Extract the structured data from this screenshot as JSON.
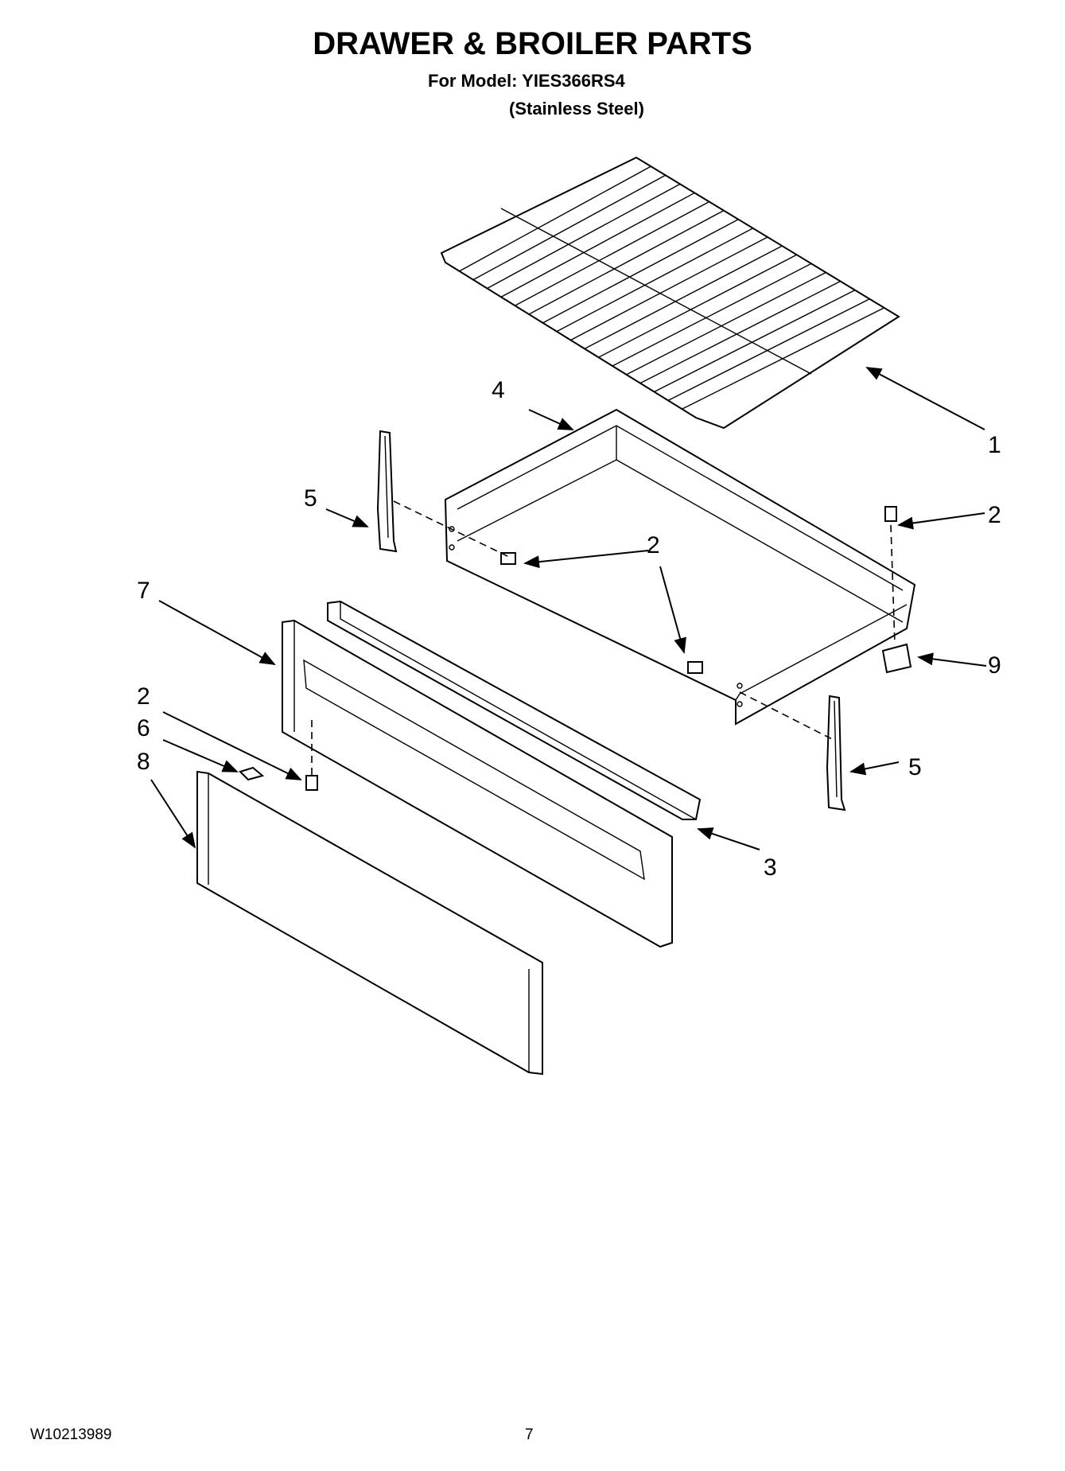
{
  "header": {
    "title": "DRAWER & BROILER PARTS",
    "model_line": "For Model: YIES366RS4",
    "variant_line": "(Stainless Steel)"
  },
  "footer": {
    "document_number": "W10213989",
    "page_number": "7"
  },
  "callouts": {
    "c1": "1",
    "c2a": "2",
    "c2b": "2",
    "c2c": "2",
    "c2d": "2",
    "c3": "3",
    "c4": "4",
    "c5a": "5",
    "c5b": "5",
    "c6": "6",
    "c7": "7",
    "c8": "8",
    "c9": "9"
  }
}
